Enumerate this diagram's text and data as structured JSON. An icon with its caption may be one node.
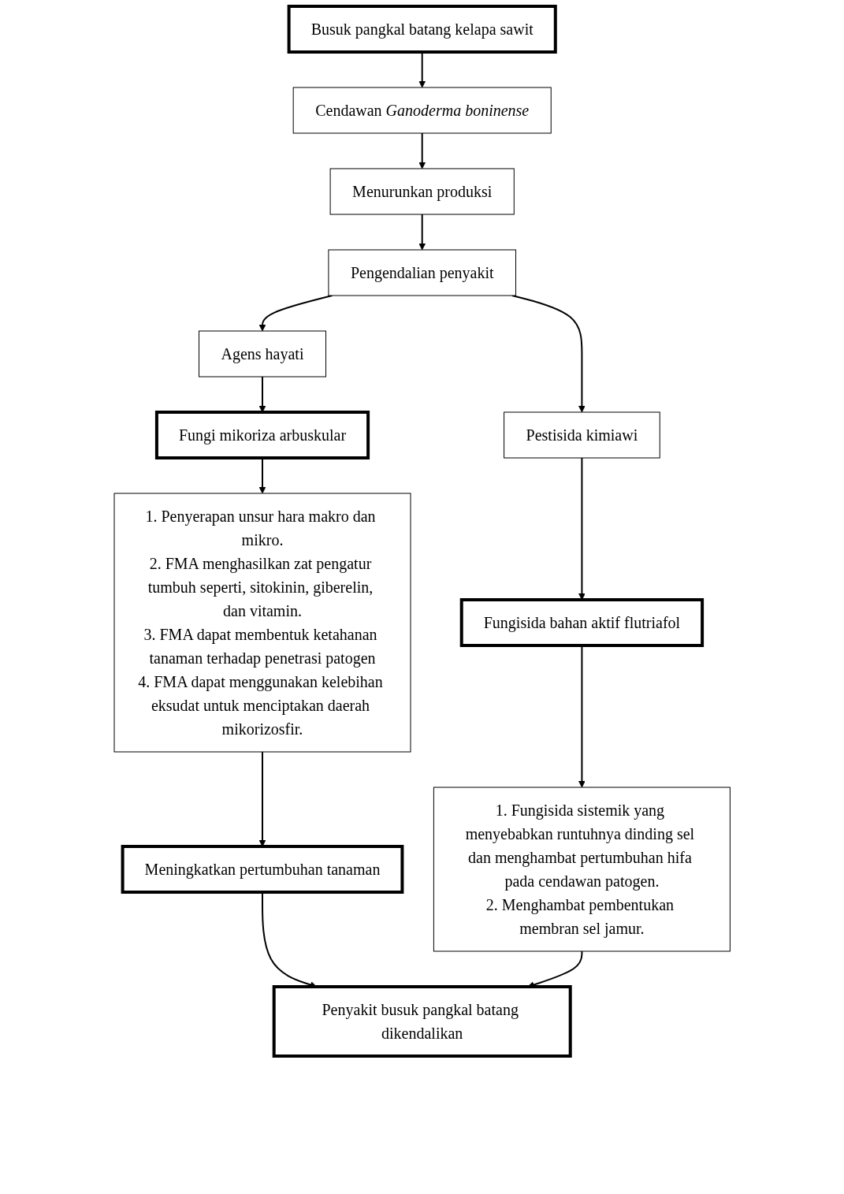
{
  "diagram": {
    "nodes": [
      {
        "text": [
          "Busuk pangkal batang kelapa sawit"
        ]
      },
      {
        "text": [
          "Cendawan *Ganoderma boninense*"
        ]
      },
      {
        "text": [
          "Menurunkan produksi"
        ]
      },
      {
        "text": [
          "Pengendalian penyakit"
        ]
      },
      {
        "text": [
          "Agens hayati"
        ]
      },
      {
        "text": [
          "Pestisida kimiawi"
        ]
      },
      {
        "text": [
          "Fungi mikoriza arbuskular"
        ]
      },
      {
        "text": [
          "Fungisida bahan aktif flutriafol"
        ]
      },
      {
        "text": [
          "1. Penyerapan unsur hara makro dan mikro.",
          "2. FMA menghasilkan zat pengatur tumbuh seperti, sitokinin, giberelin, dan vitamin.",
          "3. FMA dapat membentuk ketahanan tanaman terhadap penetrasi patogen",
          "4. FMA dapat menggunakan kelebihan eksudat untuk menciptakan daerah mikorizosfir."
        ]
      },
      {
        "text": [
          "1. Fungisida sistemik yang menyebabkan runtuhnya dinding sel dan menghambat pertumbuhan hifa pada cendawan patogen.",
          "2. Menghambat pembentukan membran sel jamur."
        ]
      },
      {
        "text": [
          "Meningkatkan pertumbuhan tanaman"
        ]
      },
      {
        "text": [
          "Penyakit busuk pangkal batang dikendalikan"
        ]
      }
    ],
    "edges": [
      {
        "from": 0,
        "to": 1,
        "arrow": "to"
      },
      {
        "from": 1,
        "to": 2,
        "arrow": "to"
      },
      {
        "from": 2,
        "to": 3,
        "arrow": "to"
      },
      {
        "from": 3,
        "to": 4,
        "arrow": "to"
      },
      {
        "from": 3,
        "to": 5,
        "arrow": "to"
      },
      {
        "from": 4,
        "to": 6,
        "arrow": "to"
      },
      {
        "from": 5,
        "to": 7,
        "arrow": "to"
      },
      {
        "from": 6,
        "to": 8,
        "arrow": "to"
      },
      {
        "from": 7,
        "to": 9,
        "arrow": "to"
      },
      {
        "from": 8,
        "to": 10,
        "arrow": "to"
      },
      {
        "from": 10,
        "to": 11,
        "arrow": "to"
      },
      {
        "from": 9,
        "to": 11,
        "arrow": "to"
      }
    ]
  }
}
